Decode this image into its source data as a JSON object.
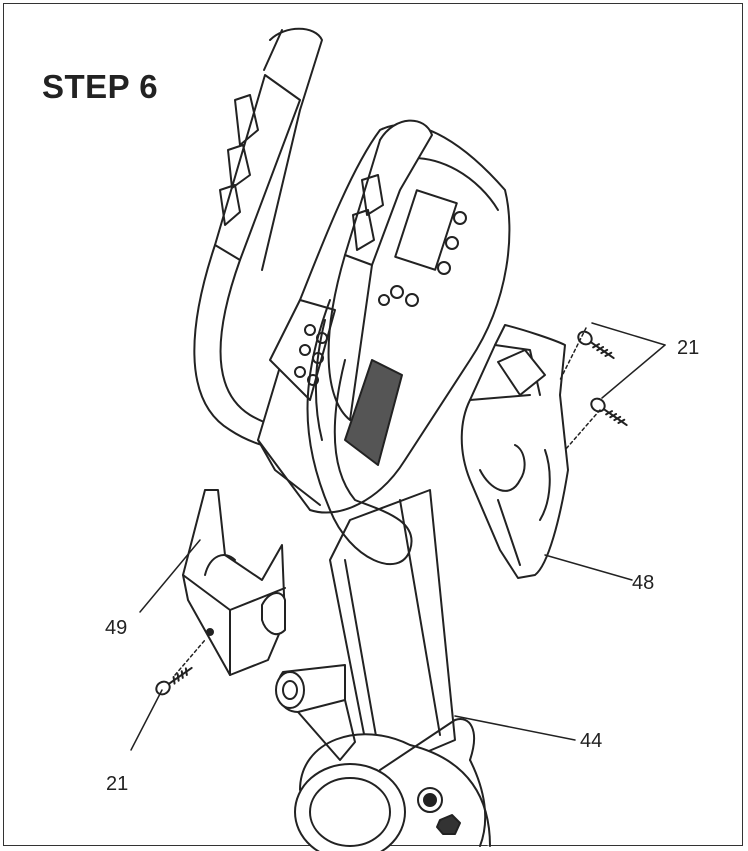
{
  "step_title": "STEP 6",
  "callouts": {
    "screws_top": "21",
    "rear_cover": "48",
    "front_cover": "49",
    "screw_bottom": "21",
    "upright_post": "44"
  }
}
